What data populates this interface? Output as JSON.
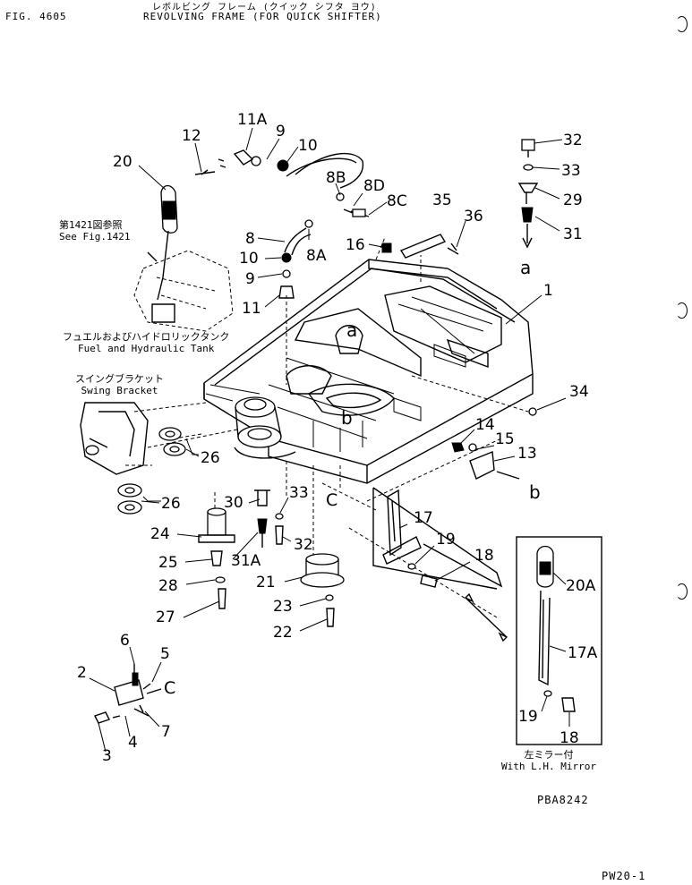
{
  "header": {
    "fig_no": "FIG. 4605",
    "title_jp": "レボルビング フレーム (クイック シフタ ヨウ)",
    "title_en": "REVOLVING FRAME (FOR QUICK SHIFTER)"
  },
  "notes": {
    "see_fig_jp": "第1421図参照",
    "see_fig_en": "See Fig.1421",
    "fuel_tank_jp": "フュエルおよびハイドロリックタンク",
    "fuel_tank_en": "Fuel and Hydraulic Tank",
    "swing_bracket_jp": "スイングブラケット",
    "swing_bracket_en": "Swing Bracket",
    "mirror_jp": "左ミラー付",
    "mirror_en": "With L.H. Mirror"
  },
  "callouts": [
    {
      "id": "c20",
      "text": "20"
    },
    {
      "id": "c12",
      "text": "12"
    },
    {
      "id": "c11a",
      "text": "11A"
    },
    {
      "id": "c9a",
      "text": "9"
    },
    {
      "id": "c10a",
      "text": "10"
    },
    {
      "id": "c8b",
      "text": "8B"
    },
    {
      "id": "c8d",
      "text": "8D"
    },
    {
      "id": "c8c",
      "text": "8C"
    },
    {
      "id": "c35",
      "text": "35"
    },
    {
      "id": "c36",
      "text": "36"
    },
    {
      "id": "c32a",
      "text": "32"
    },
    {
      "id": "c33a",
      "text": "33"
    },
    {
      "id": "c29",
      "text": "29"
    },
    {
      "id": "c31",
      "text": "31"
    },
    {
      "id": "ca1",
      "text": "a"
    },
    {
      "id": "c8",
      "text": "8"
    },
    {
      "id": "c8a",
      "text": "8A"
    },
    {
      "id": "c16",
      "text": "16"
    },
    {
      "id": "c10b",
      "text": "10"
    },
    {
      "id": "c9b",
      "text": "9"
    },
    {
      "id": "c11",
      "text": "11"
    },
    {
      "id": "c1",
      "text": "1"
    },
    {
      "id": "ca2",
      "text": "a"
    },
    {
      "id": "c34",
      "text": "34"
    },
    {
      "id": "cb1",
      "text": "b"
    },
    {
      "id": "c14",
      "text": "14"
    },
    {
      "id": "c15",
      "text": "15"
    },
    {
      "id": "c13",
      "text": "13"
    },
    {
      "id": "cb2",
      "text": "b"
    },
    {
      "id": "c26a",
      "text": "26"
    },
    {
      "id": "c26b",
      "text": "26"
    },
    {
      "id": "cc1",
      "text": "C"
    },
    {
      "id": "c30",
      "text": "30"
    },
    {
      "id": "c33b",
      "text": "33"
    },
    {
      "id": "c24",
      "text": "24"
    },
    {
      "id": "c17",
      "text": "17"
    },
    {
      "id": "c19a",
      "text": "19"
    },
    {
      "id": "c18a",
      "text": "18"
    },
    {
      "id": "c25",
      "text": "25"
    },
    {
      "id": "c31a",
      "text": "31A"
    },
    {
      "id": "c32b",
      "text": "32"
    },
    {
      "id": "c28",
      "text": "28"
    },
    {
      "id": "c21",
      "text": "21"
    },
    {
      "id": "c20a",
      "text": "20A"
    },
    {
      "id": "c27",
      "text": "27"
    },
    {
      "id": "c23",
      "text": "23"
    },
    {
      "id": "c22",
      "text": "22"
    },
    {
      "id": "c6",
      "text": "6"
    },
    {
      "id": "c5",
      "text": "5"
    },
    {
      "id": "c2",
      "text": "2"
    },
    {
      "id": "cc2",
      "text": "C"
    },
    {
      "id": "c17a",
      "text": "17A"
    },
    {
      "id": "c7",
      "text": "7"
    },
    {
      "id": "c4",
      "text": "4"
    },
    {
      "id": "c3",
      "text": "3"
    },
    {
      "id": "c19b",
      "text": "19"
    },
    {
      "id": "c18b",
      "text": "18"
    }
  ],
  "footer": {
    "drawing_code": "PBA8242",
    "page_code": "PW20-1"
  }
}
